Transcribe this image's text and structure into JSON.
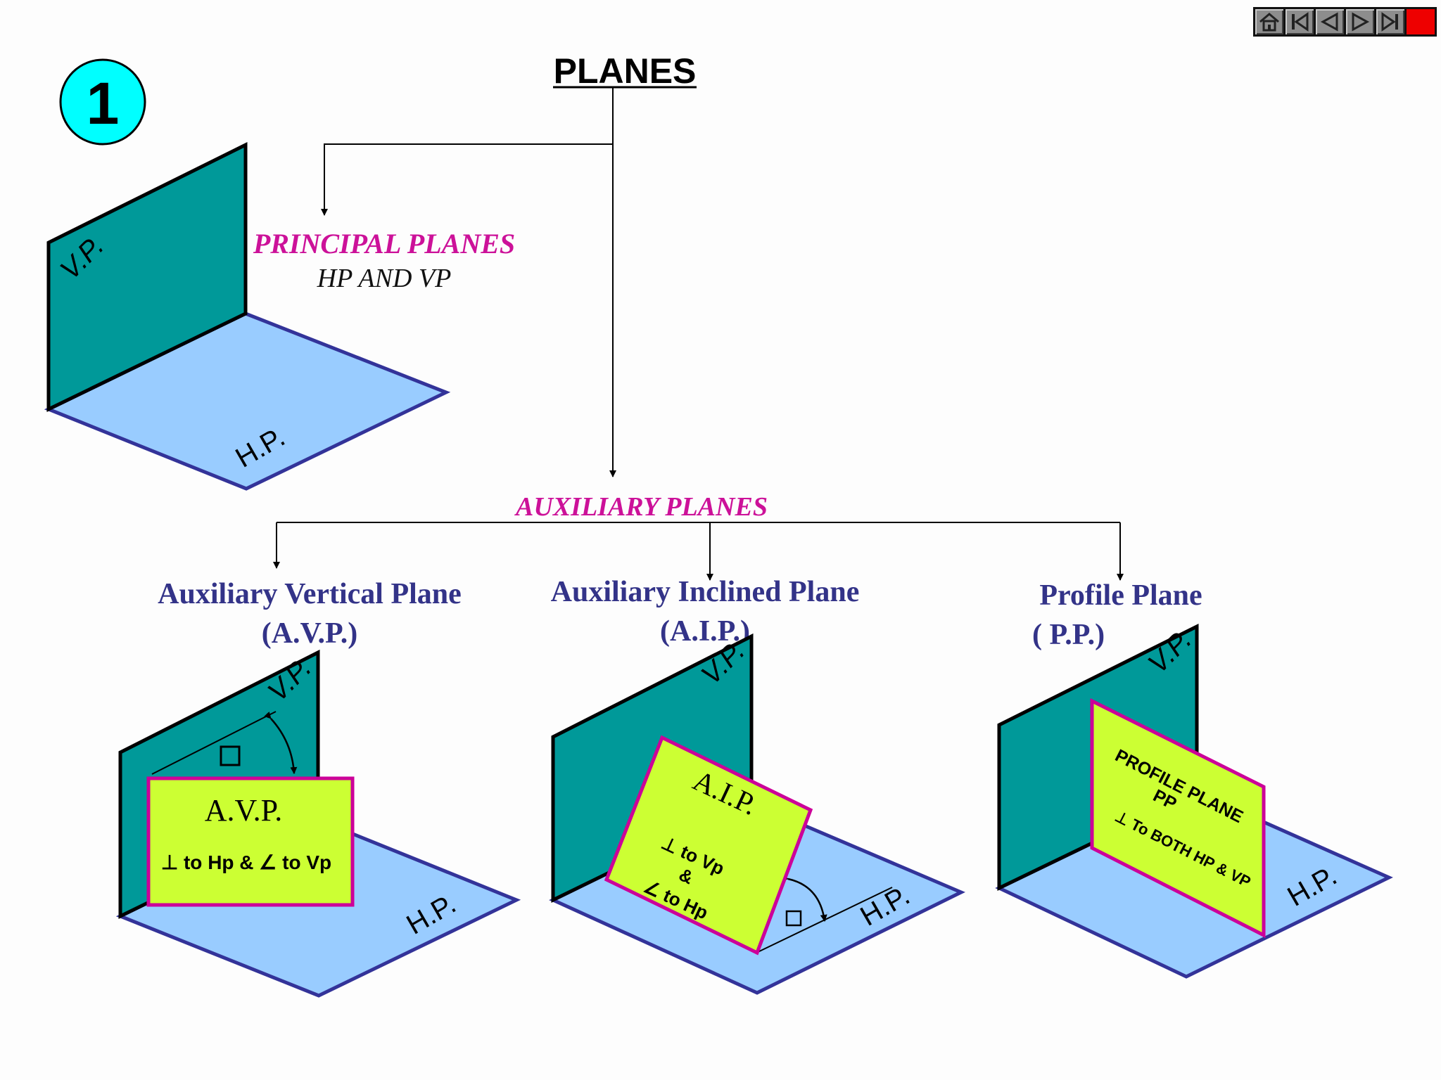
{
  "slide_number": "1",
  "title": "PLANES",
  "principal": {
    "heading": "PRINCIPAL PLANES",
    "subheading": "HP AND  VP",
    "vp_label": "V.P.",
    "hp_label": "H.P."
  },
  "auxiliary": {
    "heading": "AUXILIARY PLANES",
    "avp": {
      "title": "Auxiliary Vertical Plane",
      "abbr": "(A.V.P.)",
      "vp_label": "V.P.",
      "hp_label": "H.P.",
      "plane_label": "A.V.P.",
      "condition": "⊥ to Hp & ∠ to Vp"
    },
    "aip": {
      "title": "Auxiliary Inclined Plane",
      "abbr": "(A.I.P.)",
      "vp_label": "V.P.",
      "hp_label": "H.P.",
      "plane_label": "A.I.P.",
      "condition_1": "⊥ to Vp",
      "condition_2": "&",
      "condition_3": "∠ to Hp"
    },
    "pp": {
      "title": "Profile Plane",
      "abbr": "( P.P.)",
      "vp_label": "V.P.",
      "hp_label": "H.P.",
      "plane_label_1": "PROFILE PLANE",
      "plane_label_2": "PP",
      "condition": "⊥ To BOTH HP & VP"
    }
  },
  "nav": {
    "buttons": [
      "home-icon",
      "first-slide-icon",
      "previous-slide-icon",
      "next-slide-icon",
      "last-slide-icon",
      "stop-icon"
    ]
  },
  "colors": {
    "vp_fill": "#009999",
    "hp_fill": "#99ccff",
    "hp_border": "#333399",
    "aux_plane_fill": "#ccff33",
    "aux_plane_border": "#cc0099",
    "heading_magenta": "#cc1199",
    "heading_navy": "#333388",
    "badge_fill": "#00ffff"
  }
}
